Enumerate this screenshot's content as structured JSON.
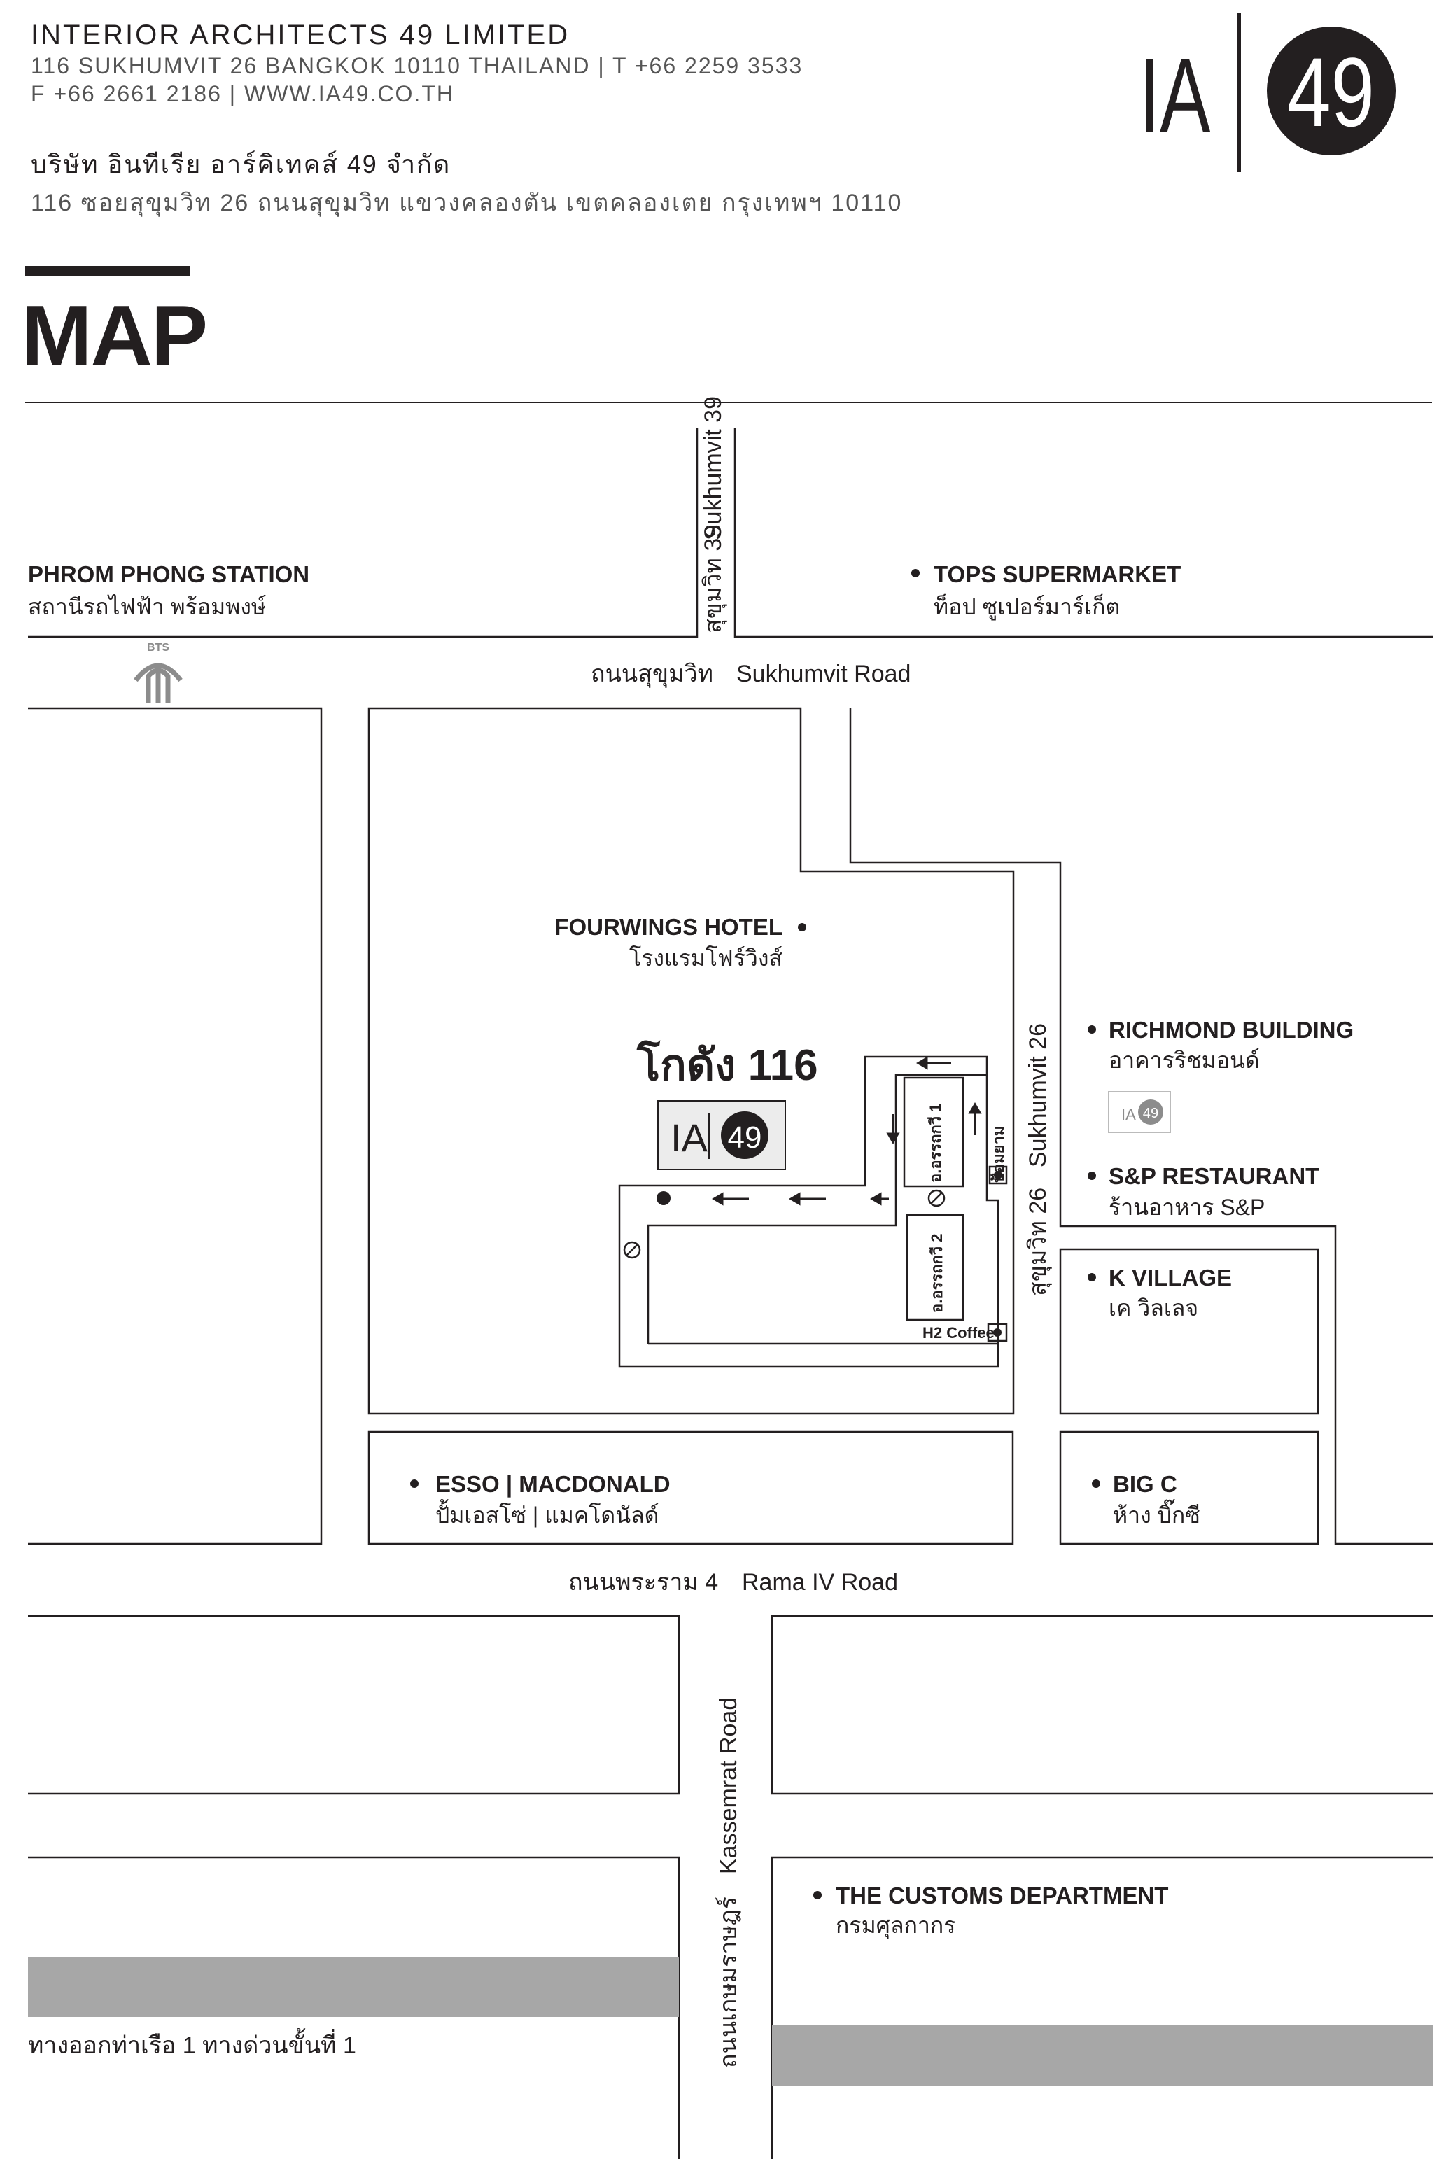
{
  "header": {
    "company": "INTERIOR ARCHITECTS 49 LIMITED",
    "address_line1": "116 SUKHUMVIT 26 BANGKOK 10110 THAILAND | T +66 2259 3533",
    "address_line2": "F +66 2661 2186 | WWW.IA49.CO.TH",
    "thai_company": "บริษัท อินทีเรีย อาร์คิเทคส์ 49 จำกัด",
    "thai_address": "116 ซอยสุขุมวิท 26 ถนนสุขุมวิท แขวงคลองตัน เขตคลองเตย กรุงเทพฯ 10110"
  },
  "logo": {
    "left": "IA",
    "right": "49"
  },
  "title": "MAP",
  "roads": {
    "sukhumvit_th": "ถนนสุขุมวิท",
    "sukhumvit_en": "Sukhumvit Road",
    "soi39_th": "สุขุมวิท 39",
    "soi39_en": "Sukhumvit 39",
    "soi26_th": "สุขุมวิท 26",
    "soi26_en": "Sukhumvit 26",
    "rama4_th": "ถนนพระราม 4",
    "rama4_en": "Rama IV Road",
    "kassemrat_th": "ถนนเกษมราษฎร์",
    "kassemrat_en": "Kassemrat Road",
    "expressway_th": "ทางออกท่าเรือ 1 ทางด่วนขั้นที่  1"
  },
  "places": {
    "phrom_phong": {
      "en": "PHROM PHONG STATION",
      "th": "สถานีรถไฟฟ้า พร้อมพงษ์"
    },
    "bts": "BTS",
    "tops": {
      "en": "TOPS SUPERMARKET",
      "th": "ท็อป ซูเปอร์มาร์เก็ต"
    },
    "fourwings": {
      "en": "FOURWINGS HOTEL",
      "th": "โรงแรมโฟร์วิงส์"
    },
    "godown": "โกดัง 116",
    "richmond": {
      "en": "RICHMOND BUILDING",
      "th": "อาคารริชมอนด์"
    },
    "sp": {
      "en": "S&P RESTAURANT",
      "th": "ร้านอาหาร S&P"
    },
    "kvillage": {
      "en": "K VILLAGE",
      "th": "เค วิลเลจ"
    },
    "esso": {
      "en": "ESSO | MACDONALD",
      "th": "ปั้มเอสโซ่ | แมคโดนัลด์"
    },
    "bigc": {
      "en": "BIG C",
      "th": "ห้าง บิ๊กซี"
    },
    "customs": {
      "en": "THE CUSTOMS DEPARTMENT",
      "th": "กรมศุลกากร"
    },
    "building1": "อ.อรรถกวี 1",
    "building2": "อ.อรรถกวี 2",
    "guard": "ป้อมยาม",
    "h2coffee": "H2 Coffee"
  },
  "colors": {
    "ink": "#231f20",
    "gray_band": "#a7a7a7",
    "logo_gray": "#8c8c8c"
  }
}
